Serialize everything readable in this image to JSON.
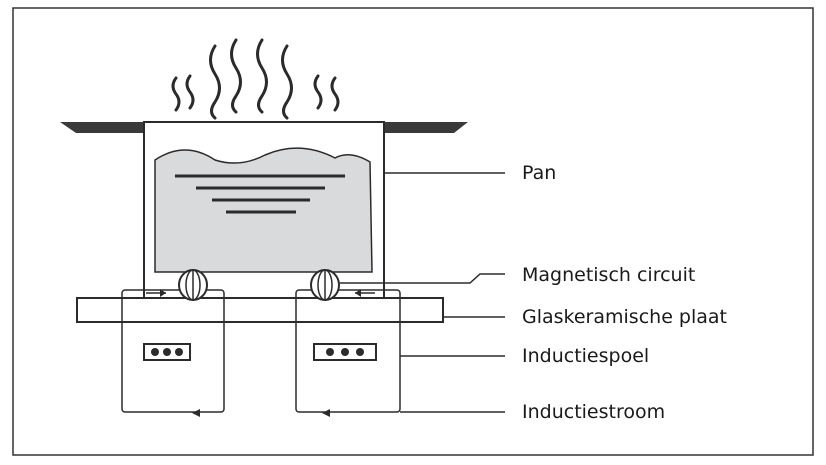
{
  "labels": {
    "pan": "Pan",
    "magnetic_circuit": "Magnetisch circuit",
    "glass_ceramic_plate": "Glaskeramische plaat",
    "induction_coil": "Inductiespoel",
    "induction_current": "Inductiestroom"
  },
  "colors": {
    "stroke": "#2b2b2b",
    "water": "#d9dadb",
    "rim": "#3a3a3a"
  }
}
